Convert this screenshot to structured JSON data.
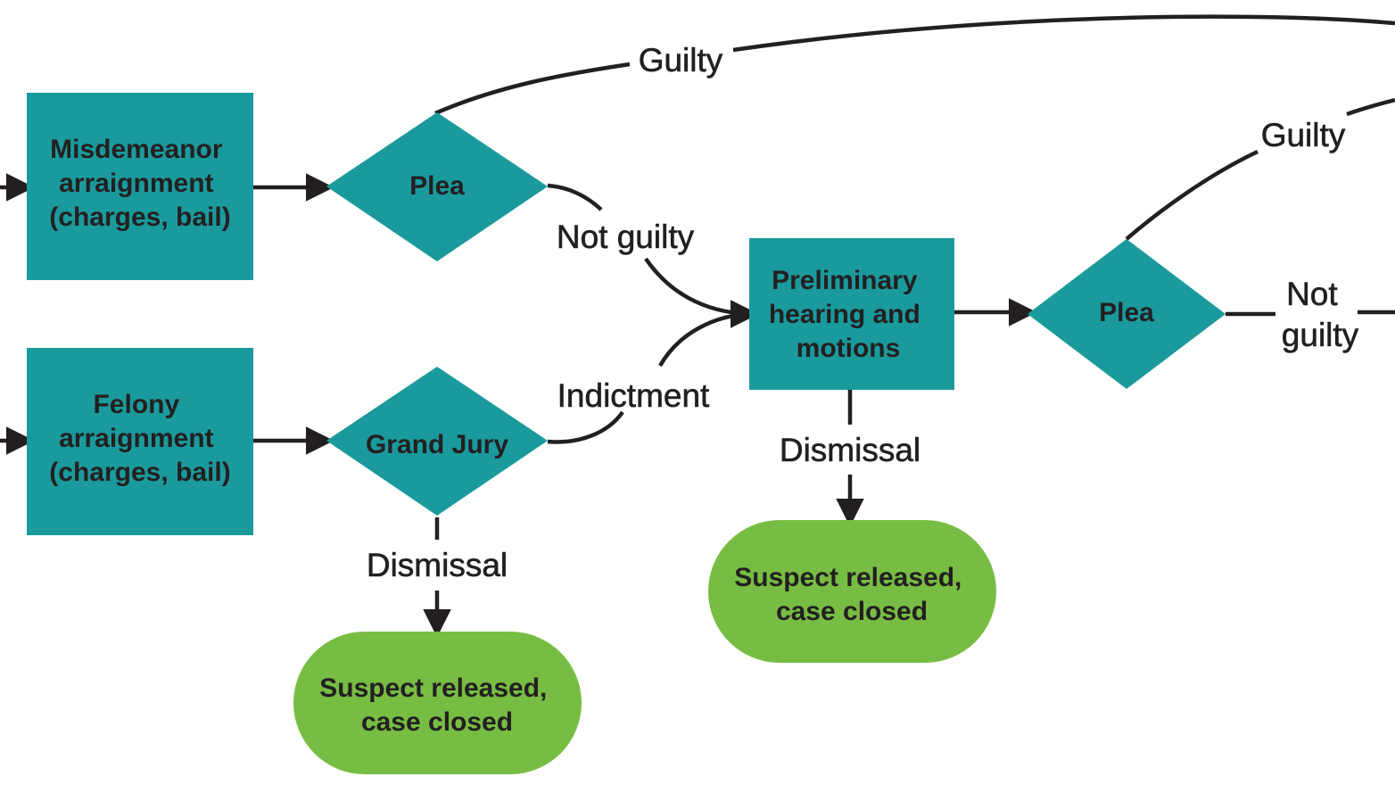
{
  "colors": {
    "process_fill": "#1a9a9c",
    "decision_fill": "#1a9a9c",
    "terminal_fill": "#77bd43",
    "text": "#231f20",
    "line": "#231f20"
  },
  "nodes": {
    "misdemeanor_arraignment": {
      "lines": [
        "Misdemeanor",
        "arraignment",
        "(charges, bail)"
      ]
    },
    "felony_arraignment": {
      "lines": [
        "Felony",
        "arraignment",
        "(charges, bail)"
      ]
    },
    "plea_1": {
      "label": "Plea"
    },
    "grand_jury": {
      "label": "Grand Jury"
    },
    "preliminary_hearing": {
      "lines": [
        "Preliminary",
        "hearing and",
        "motions"
      ]
    },
    "plea_2": {
      "label": "Plea"
    },
    "released_1": {
      "lines": [
        "Suspect released,",
        "case closed"
      ]
    },
    "released_2": {
      "lines": [
        "Suspect released,",
        "case closed"
      ]
    }
  },
  "edges": {
    "guilty_top": "Guilty",
    "not_guilty_1": "Not guilty",
    "indictment": "Indictment",
    "dismissal_grand_jury": "Dismissal",
    "dismissal_preliminary": "Dismissal",
    "guilty_right": "Guilty",
    "not_guilty_2": [
      "Not",
      "guilty"
    ]
  }
}
